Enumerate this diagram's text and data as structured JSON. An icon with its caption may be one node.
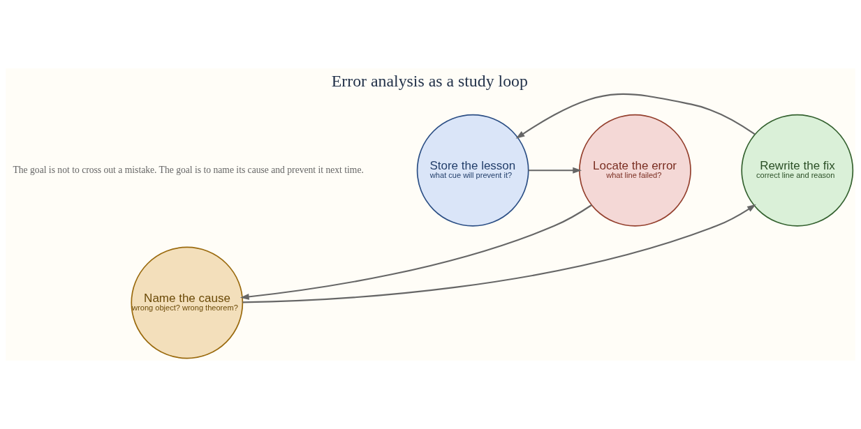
{
  "diagram": {
    "title": "Error analysis as a study loop",
    "nodes": [
      {
        "text": [
          "Name the cause",
          "wrong object? wrong theorem?"
        ]
      },
      {
        "text": [
          "Locate the error",
          "what line failed?"
        ]
      },
      {
        "text": [
          "Rewrite the fix",
          "correct line and reason"
        ]
      },
      {
        "text": [
          "Store the lesson",
          "what cue will prevent it?"
        ]
      }
    ],
    "edges": [
      {
        "from": 1,
        "to": 0,
        "arrow": "to"
      },
      {
        "from": 0,
        "to": 2,
        "arrow": "to"
      },
      {
        "from": 2,
        "to": 3,
        "arrow": "to"
      },
      {
        "from": 3,
        "to": 1,
        "arrow": "to"
      }
    ],
    "labels": [
      "The goal is not to cross out a mistake. The goal is to name its cause and prevent it next time."
    ]
  }
}
